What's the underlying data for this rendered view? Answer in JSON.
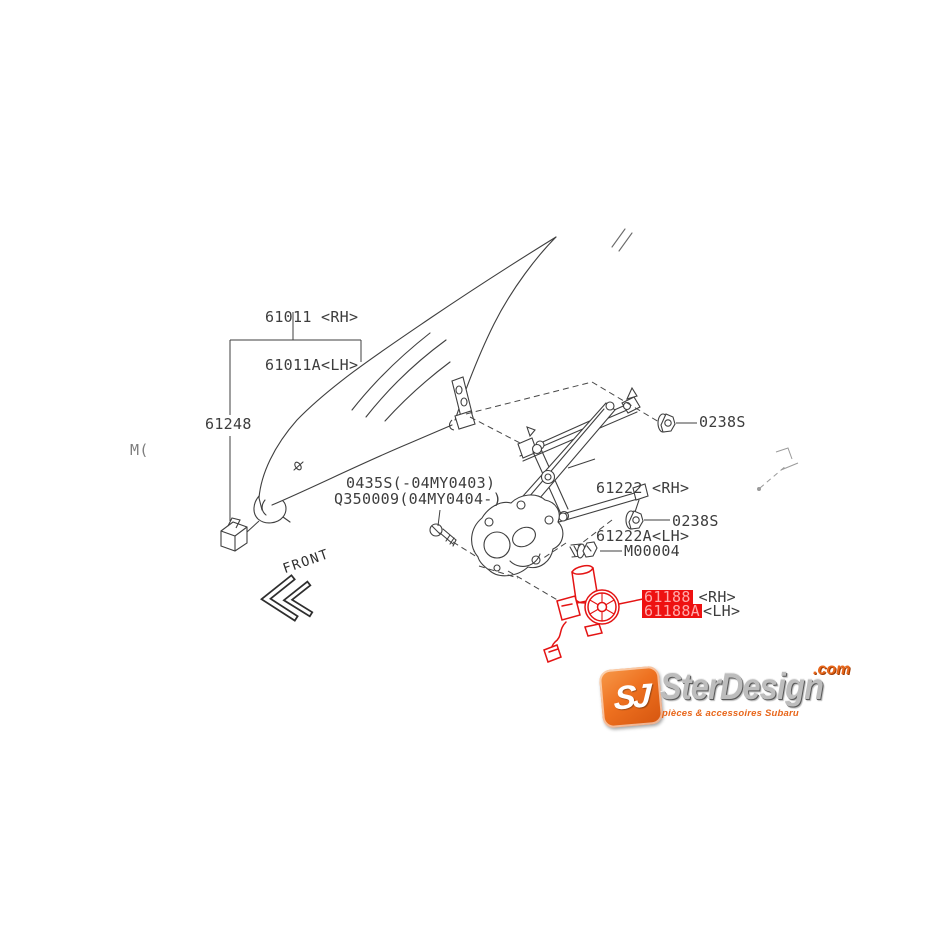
{
  "diagram": {
    "labels": {
      "glass_rh": "61011 <RH>",
      "glass_lh": "61011A<LH>",
      "glass_holder": "61248",
      "edge_partial": "M(",
      "screw_range_a": "0435S(-04MY0403)",
      "screw_range_b": "Q350009(04MY0404-)",
      "regulator_rh": "61222 <RH>",
      "regulator_lh": "61222A<LH>",
      "nut_upper": "0238S",
      "nut_lower": "0238S",
      "bolt": "M00004",
      "motor_rh_code": "61188",
      "motor_rh_suffix": "<RH>",
      "motor_lh_code": "61188A",
      "motor_lh_suffix": "<LH>",
      "front_indicator": "FRONT"
    },
    "highlight": {
      "selected_part_rh": "61188",
      "selected_part_lh": "61188A",
      "color": "#ee1111"
    },
    "colors": {
      "line": "#3f3f3f",
      "label_text": "#3d3d3d",
      "muted": "#7e7e7e",
      "highlight_red": "#ee1111"
    }
  },
  "watermark": {
    "monogram": "SJ",
    "brand": "SterDesign",
    "tld": ".com",
    "tagline": "pièces & accessoires Subaru",
    "accent_orange": "#e8661a"
  }
}
